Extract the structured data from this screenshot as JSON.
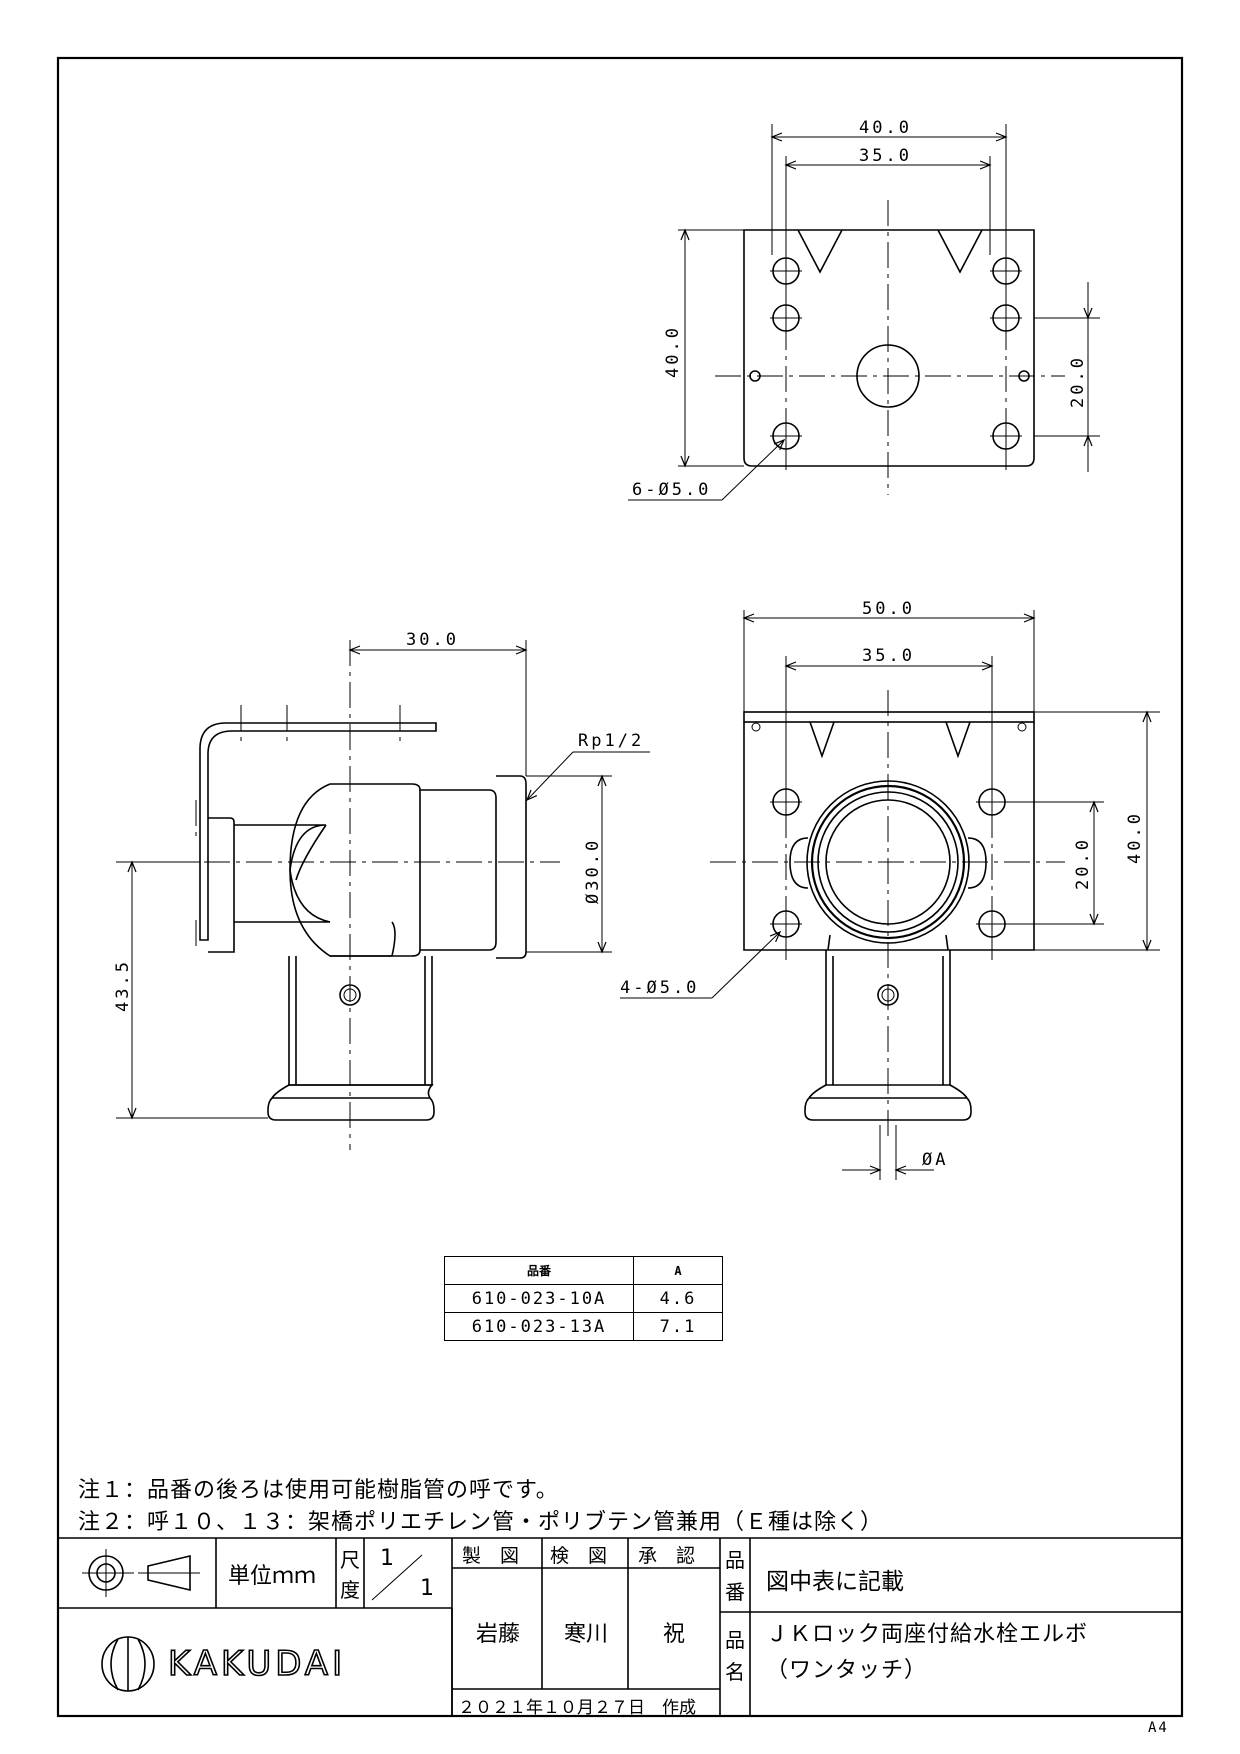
{
  "top_view": {
    "dim_outer_w": "40.0",
    "dim_inner_w": "35.0",
    "dim_h": "40.0",
    "dim_side": "20.0",
    "hole_label": "6-Ø5.0"
  },
  "side_view": {
    "dim_depth": "30.0",
    "thread": "Rp1/2",
    "dim_dia": "Ø30.0",
    "dim_height": "43.5"
  },
  "front_view": {
    "dim_outer_w": "50.0",
    "dim_inner_w": "35.0",
    "dim_h": "40.0",
    "dim_side": "20.0",
    "hole_label": "4-Ø5.0",
    "dia_a": "ØA"
  },
  "parts_table": {
    "headers": [
      "品番",
      "A"
    ],
    "rows": [
      [
        "610-023-10A",
        "4.6"
      ],
      [
        "610-023-13A",
        "7.1"
      ]
    ]
  },
  "notes": [
    "注１：品番の後ろは使用可能樹脂管の呼です。",
    "注２：呼１０、１３：架橋ポリエチレン管・ポリブテン管兼用（Ｅ種は除く）"
  ],
  "title_block": {
    "unit": "単位ｍｍ",
    "scale_label_1": "尺",
    "scale_label_2": "度",
    "scale_num": "1",
    "scale_den": "1",
    "drawn_label": "製　図",
    "checked_label": "検　図",
    "approved_label": "承　認",
    "drawn_by": "岩藤",
    "checked_by": "寒川",
    "approved_by": "祝",
    "part_no_label_1": "品",
    "part_no_label_2": "番",
    "part_no": "図中表に記載",
    "part_name_label_1": "品",
    "part_name_label_2": "名",
    "part_name_1": "ＪＫロック両座付給水栓エルボ",
    "part_name_2": "（ワンタッチ）",
    "date": "２０２１年１０月２７日　作成",
    "brand": "KAKUDAI",
    "sheet_size": "A4"
  }
}
